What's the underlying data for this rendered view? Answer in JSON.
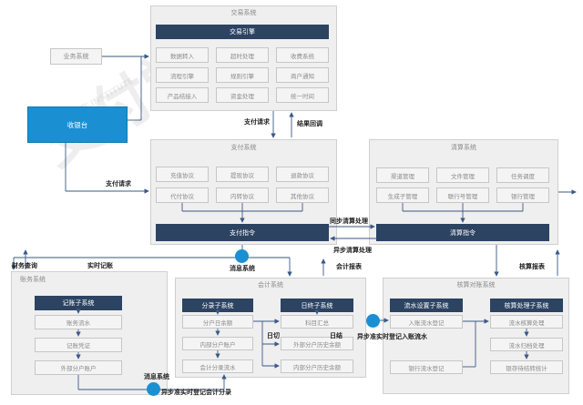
{
  "trading": {
    "title": "交易系统",
    "engine": "交易引擎",
    "row1": [
      "数据转入",
      "超时处理",
      "收费系统"
    ],
    "row2": [
      "流程引擎",
      "规则引擎",
      "商户通知"
    ],
    "row3": [
      "产品结接入",
      "资金处理",
      "统一时间"
    ]
  },
  "business": "业务系统",
  "cashier": "收银台",
  "payment": {
    "title": "支付系统",
    "row1": [
      "充值协议",
      "提现协议",
      "退款协议"
    ],
    "row2": [
      "代付协议",
      "内转协议",
      "其他协议"
    ],
    "command": "支付指令"
  },
  "clearing": {
    "title": "清算系统",
    "row1": [
      "渠道管理",
      "文件管理",
      "任务调度"
    ],
    "row2": [
      "生成子管理",
      "联行号管理",
      "银行管理"
    ],
    "command": "清算指令"
  },
  "account": {
    "title": "账务系统",
    "sub": "记账子系统",
    "items": [
      "账务流水",
      "记账凭证",
      "外部分户账户"
    ]
  },
  "accounting": {
    "title": "会计系统",
    "sub1": "分录子系统",
    "sub1_items": [
      "分户日余额",
      "内部分户账户",
      "会计分录流水"
    ],
    "sub2": "日终子系统",
    "sub2_items": [
      "科目汇总",
      "外部分户历史余额",
      "内部分户历史余额"
    ]
  },
  "reconcile": {
    "title": "核算对账系统",
    "sub1": "流水设置子系统",
    "sub1_items": [
      "入账流水登记",
      "银行流水登记"
    ],
    "sub2": "核算处理子系统",
    "sub2_items": [
      "流水核算处理",
      "流水归档处理",
      "银存待结转统计"
    ]
  },
  "labels": {
    "pay_request_1": "支付请求",
    "result_callback": "结果回调",
    "pay_request_2": "支付请求",
    "sync_clearing": "同步清算处理",
    "async_clearing": "异步清算处理",
    "finance_query": "财务查询",
    "realtime_record": "实时记账",
    "message_system_1": "消息系统",
    "accounting_report": "会计报表",
    "reconcile_report": "核算报表",
    "day_cut": "日切",
    "day_end": "日结",
    "async_flow": "异步准实时登记入账流水",
    "message_system_2": "消息系统",
    "async_entry": "异步准实时登记会计分录"
  },
  "watermark": {
    "big": "支付学院",
    "small": "CH & PAYMENT INSTITUTE"
  },
  "colors": {
    "dark": "#2c4362",
    "blue": "#1a90d2",
    "panel": "#efefef"
  }
}
